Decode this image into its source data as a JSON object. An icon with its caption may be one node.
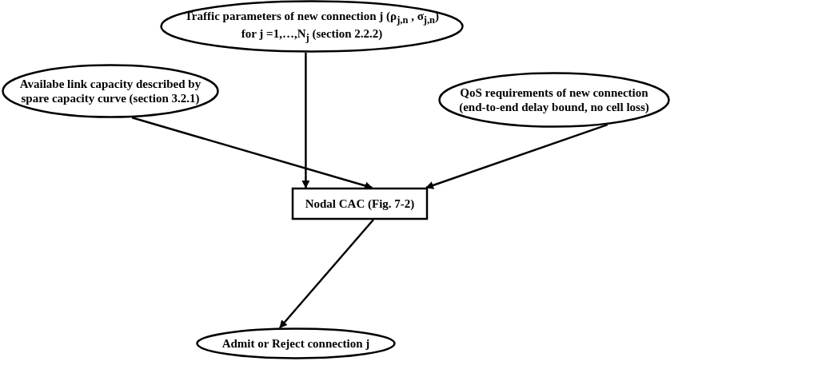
{
  "diagram": {
    "nodes": [
      {
        "text": [
          "Traffic parameters of new connection j (ρ$_{j,n}$ ,  σ$_{j,n}$) for j =1,…,N$_{j}$ (section 2.2.2)"
        ]
      },
      {
        "text": [
          "Availabe link capacity described by spare capacity curve (section 3.2.1)"
        ]
      },
      {
        "text": [
          "QoS requirements of new connection (end-to-end delay bound, no cell loss)"
        ]
      },
      {
        "text": [
          "Nodal CAC (Fig. 7-2)"
        ]
      },
      {
        "text": [
          "Admit or Reject connection j"
        ]
      }
    ],
    "edges": [
      {
        "from": 0,
        "to": 3,
        "arrow": "to"
      },
      {
        "from": 1,
        "to": 3,
        "arrow": "to"
      },
      {
        "from": 2,
        "to": 3,
        "arrow": "to"
      },
      {
        "from": 3,
        "to": 4,
        "arrow": "to"
      }
    ]
  }
}
